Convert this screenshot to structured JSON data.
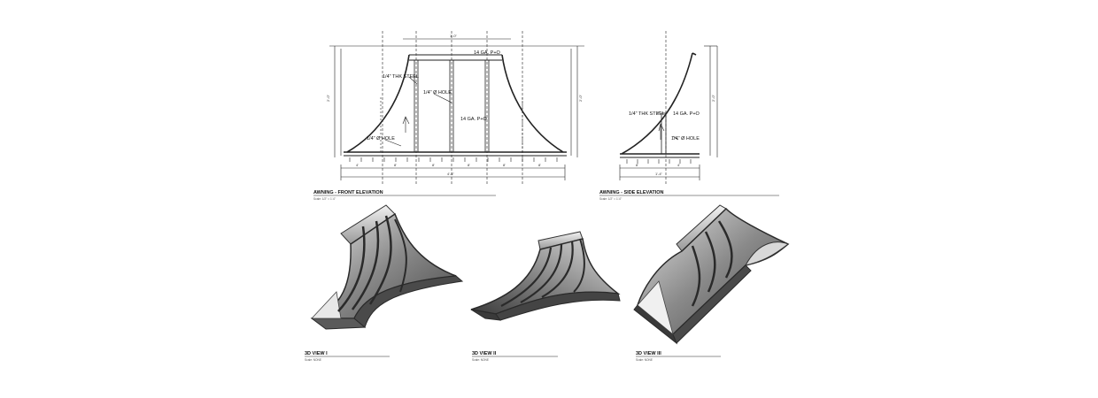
{
  "drawings": {
    "front_elevation": {
      "title": "AWNING - FRONT ELEVATION",
      "scale": "Scale: 1/2\" = 1'-0\"",
      "notes": {
        "top_material": "14 GA. P+O",
        "tube_steel": "1/4\" THK STEEL",
        "hole_upper": "1/4\" Ø HOLE",
        "material": "14 GA. P+O",
        "hole_lower": "1/4\" Ø HOLE"
      }
    },
    "side_elevation": {
      "title": "AWNING - SIDE ELEVATION",
      "scale": "Scale: 1/2\" = 1'-0\"",
      "notes": {
        "tube_steel": "1/4\" THK STEEL",
        "material": "14 GA. P+O",
        "hole": "1/4\" Ø HOLE"
      }
    },
    "view_1": {
      "title": "3D VIEW I",
      "scale": "Scale: NONE"
    },
    "view_2": {
      "title": "3D VIEW II",
      "scale": "Scale: NONE"
    },
    "view_3": {
      "title": "3D VIEW III",
      "scale": "Scale: NONE"
    }
  },
  "colors": {
    "background": "#ffffff",
    "line": "#222222",
    "metal_dark": "#3a3a3a",
    "metal_light": "#c9c9c9"
  }
}
